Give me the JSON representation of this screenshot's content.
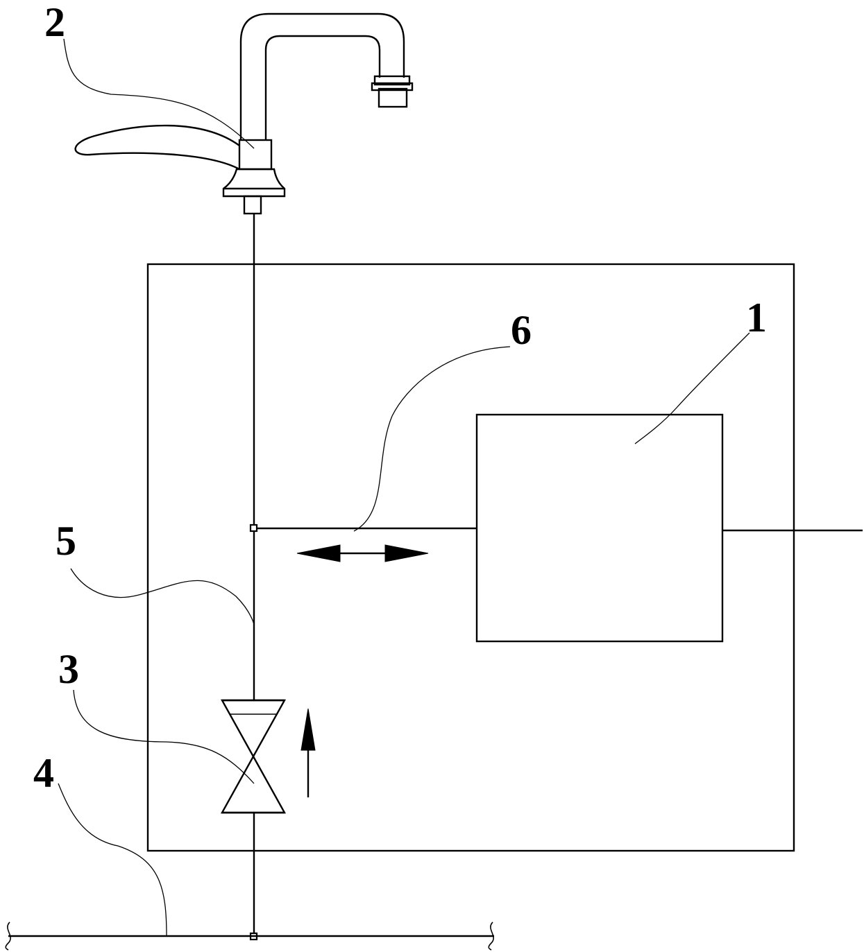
{
  "labels": {
    "control_unit": "1",
    "faucet": "2",
    "valve": "3",
    "main_pipe": "4",
    "branch_pipe": "5",
    "connection": "6"
  }
}
